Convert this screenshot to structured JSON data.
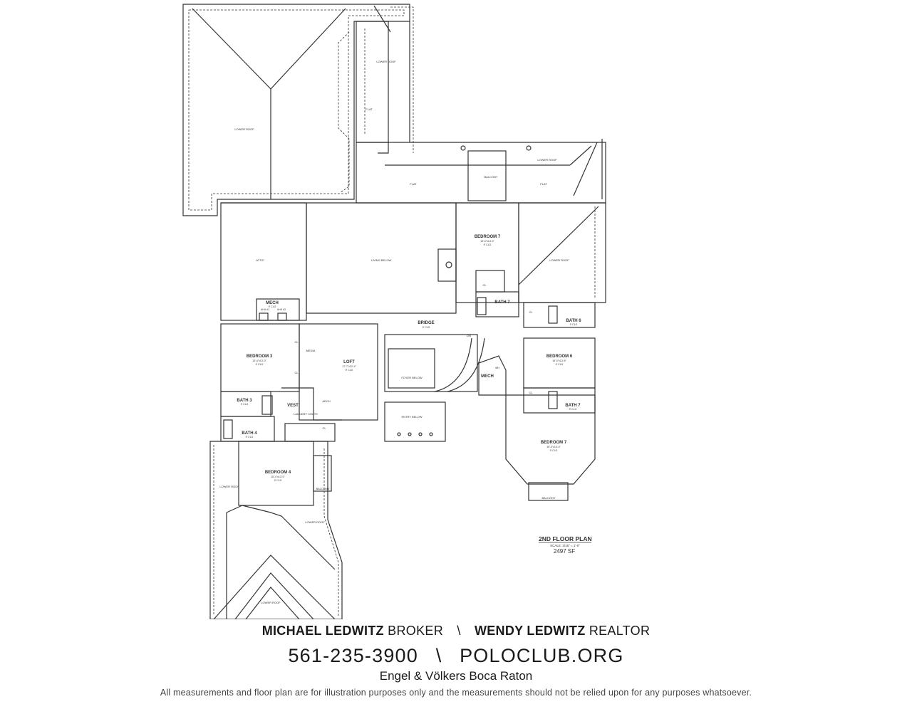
{
  "plan": {
    "title": "2ND FLOOR PLAN",
    "scale": "SCALE: 3/16\" = 1'-0\"",
    "area": "2497 SF",
    "rooms": {
      "bedroom7_top": {
        "name": "BEDROOM 7",
        "dim": "13'-0\"x14'-2\"",
        "ceil": "9' CLG"
      },
      "bedroom3": {
        "name": "BEDROOM 3",
        "dim": "13'-4\"x13'-0\"",
        "ceil": "9' CLG"
      },
      "bedroom6": {
        "name": "BEDROOM 6",
        "dim": "15'-0\"x13'-6\"",
        "ceil": "9' CLG"
      },
      "bedroom7_bottom": {
        "name": "BEDROOM 7",
        "dim": "15'-0\"x14'-4\"",
        "ceil": "9' CLG"
      },
      "bedroom4": {
        "name": "BEDROOM 4",
        "dim": "15'-4\"x13'-0\"",
        "ceil": "9' CLG"
      },
      "loft": {
        "name": "LOFT",
        "dim": "17'-7\"x22'-4\"",
        "ceil": "9' CLG"
      },
      "bath3": {
        "name": "BATH 3",
        "ceil": "9' CLG"
      },
      "bath4": {
        "name": "BATH 4",
        "ceil": "9' CLG"
      },
      "bath6": {
        "name": "BATH 6",
        "ceil": "9' CLG"
      },
      "bath7_top": {
        "name": "BATH 7"
      },
      "bath7_bottom": {
        "name": "BATH 7",
        "ceil": "9' CLG"
      },
      "mech_left": {
        "name": "MECH",
        "ceil": "9' CLG"
      },
      "mech_right": {
        "name": "MECH"
      }
    },
    "labels": {
      "lower_roof": "LOWER ROOF",
      "flat": "FLAT",
      "balcony": "BALCONY",
      "attic": "ATTIC",
      "living_below": "LIVING BELOW",
      "bridge": "BRIDGE",
      "bridge_ceil": "9' CLG",
      "media": "MEDIA",
      "foyer_below": "FOYER BELOW",
      "entry_below": "ENTRY BELOW",
      "vest": "VEST",
      "laundry": "LAUNDRY CHUTE",
      "arch": "ARCH",
      "cl": "CL",
      "dn": "DN",
      "ahu": "AHU #1",
      "ahu2": "AHU #2",
      "wh": "WH"
    }
  },
  "footer": {
    "agent1_name": "MICHAEL LEDWITZ",
    "agent1_title": "BROKER",
    "separator": "\\",
    "agent2_name": "WENDY LEDWITZ",
    "agent2_title": "REALTOR",
    "phone": "561-235-3900",
    "website": "POLOCLUB.ORG",
    "brokerage": "Engel & Völkers Boca Raton",
    "disclaimer": "All measurements and floor plan are for illustration purposes only and the measurements should not be relied upon for any purposes whatsoever."
  }
}
